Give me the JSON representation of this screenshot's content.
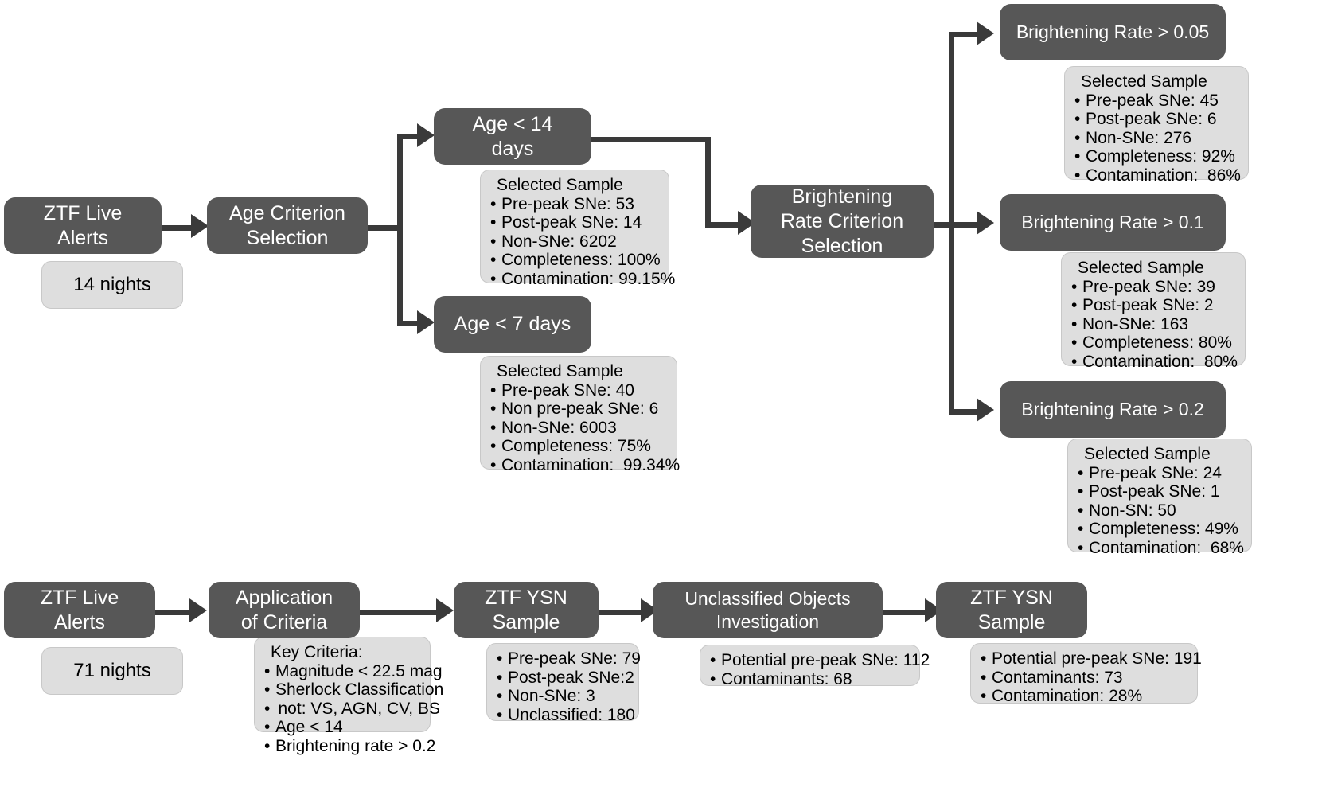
{
  "diagram": {
    "title": "ZTF Young Supernova (YSN) selection criteria flowchart",
    "colors": {
      "node_fill": "#575757",
      "node_text": "#ffffff",
      "note_fill": "#dedede",
      "connector": "#3a3a3a"
    }
  },
  "top_flow": {
    "start": {
      "label": "ZTF Live\nAlerts",
      "note": "14 nights"
    },
    "age_criterion": {
      "label": "Age Criterion\nSelection"
    },
    "age14": {
      "label": "Age < 14\ndays",
      "note": {
        "header": "Selected Sample",
        "items": [
          "Pre-peak SNe: 53",
          "Post-peak SNe: 14",
          "Non-SNe: 6202",
          "Completeness: 100%",
          "Contamination: 99.15%"
        ]
      }
    },
    "age7": {
      "label": "Age < 7 days",
      "note": {
        "header": "Selected Sample",
        "items": [
          "Pre-peak SNe: 40",
          "Non pre-peak SNe: 6",
          "Non-SNe: 6003",
          "Completeness: 75%",
          "Contamination:  99.34%"
        ]
      }
    },
    "brightening_criterion": {
      "label": "Brightening\nRate Criterion\nSelection"
    },
    "rate005": {
      "label": "Brightening Rate > 0.05",
      "note": {
        "header": "Selected Sample",
        "items": [
          "Pre-peak SNe: 45",
          "Post-peak SNe: 6",
          "Non-SNe: 276",
          "Completeness: 92%",
          "Contamination:  86%"
        ]
      }
    },
    "rate01": {
      "label": "Brightening Rate > 0.1",
      "note": {
        "header": "Selected Sample",
        "items": [
          "Pre-peak SNe: 39",
          "Post-peak SNe: 2",
          "Non-SNe: 163",
          "Completeness: 80%",
          "Contamination:  80%"
        ]
      }
    },
    "rate02": {
      "label": "Brightening Rate > 0.2",
      "note": {
        "header": "Selected Sample",
        "items": [
          "Pre-peak SNe: 24",
          "Post-peak SNe: 1",
          "Non-SN: 50",
          "Completeness: 49%",
          "Contamination:  68%"
        ]
      }
    }
  },
  "bottom_flow": {
    "start": {
      "label": "ZTF Live\nAlerts",
      "note": "71 nights"
    },
    "application": {
      "label": "Application\nof Criteria",
      "note": {
        "header": "Key Criteria:",
        "items": [
          "Magnitude < 22.5 mag",
          "Sherlock Classification",
          "   not: VS, AGN, CV, BS",
          "Age < 14",
          "Brightening rate > 0.2"
        ]
      }
    },
    "ysn_sample_1": {
      "label": "ZTF YSN\nSample",
      "note": {
        "items": [
          "Pre-peak SNe: 79",
          "Post-peak SNe:2",
          "Non-SNe: 3",
          "Unclassified: 180"
        ]
      }
    },
    "unclassified": {
      "label": "Unclassified Objects\nInvestigation",
      "note": {
        "items": [
          "Potential pre-peak SNe: 112",
          "Contaminants: 68"
        ]
      }
    },
    "ysn_sample_2": {
      "label": "ZTF YSN\nSample",
      "note": {
        "items": [
          "Potential pre-peak SNe: 191",
          "Contaminants: 73",
          "Contamination: 28%"
        ]
      }
    }
  }
}
